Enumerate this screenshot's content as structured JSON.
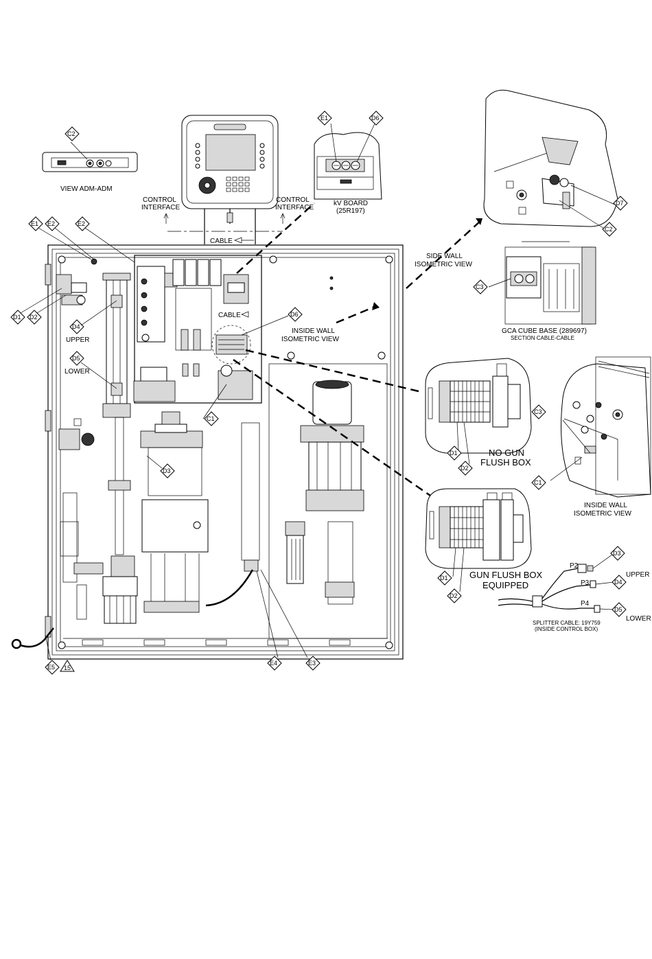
{
  "views": {
    "adm_view": "VIEW ADM-ADM",
    "control_interface_left": [
      "CONTROL",
      "INTERFACE"
    ],
    "control_interface_right": [
      "CONTROL",
      "INTERFACE"
    ],
    "kv_board": [
      "kV BOARD",
      "(25R197)"
    ],
    "cable_top": "CABLE",
    "cable_mid": "CABLE",
    "side_wall": [
      "SIDE WALL",
      "ISOMETRIC VIEW"
    ],
    "inside_wall_mid": [
      "INSIDE WALL",
      "ISOMETRIC VIEW"
    ],
    "gca_cube": "GCA CUBE BASE (289697)",
    "section_cable": "SECTION CABLE-CABLE",
    "no_gun_flush": [
      "NO GUN",
      "FLUSH BOX"
    ],
    "inside_wall_right": [
      "INSIDE WALL",
      "ISOMETRIC VIEW"
    ],
    "gun_flush_equipped": [
      "GUN FLUSH BOX",
      "EQUIPPED"
    ],
    "upper_right": "UPPER",
    "lower_right": "LOWER",
    "upper_left": "UPPER",
    "lower_left": "LOWER",
    "splitter": [
      "SPLITTER CABLE: 19Y759",
      "(INSIDE CONTROL BOX)"
    ],
    "p2": "P2",
    "p3": "P3",
    "p4": "P4"
  },
  "tags": {
    "c2_adm": "C2",
    "e1_kv": "E1",
    "d6_kv": "D6",
    "e1": "E1",
    "e2_a": "E2",
    "e2_b": "E2",
    "d1_left": "D1",
    "d2_left": "D2",
    "d4_left": "D4",
    "d5_left": "D5",
    "d6_mid": "D6",
    "c1_mid": "C1",
    "d3_mid": "D3",
    "e4": "E4",
    "e3": "E3",
    "e5": "E5",
    "note15": "15",
    "d7": "D7",
    "c2_side": "C2",
    "c3_gca": "C3",
    "d1_nogun": "D1",
    "d2_nogun": "D2",
    "c3_inside": "C3",
    "c1_inside": "C1",
    "d1_gun": "D1",
    "d2_gun": "D2",
    "d3_split": "D3",
    "d4_split": "D4",
    "d5_split": "D5"
  }
}
